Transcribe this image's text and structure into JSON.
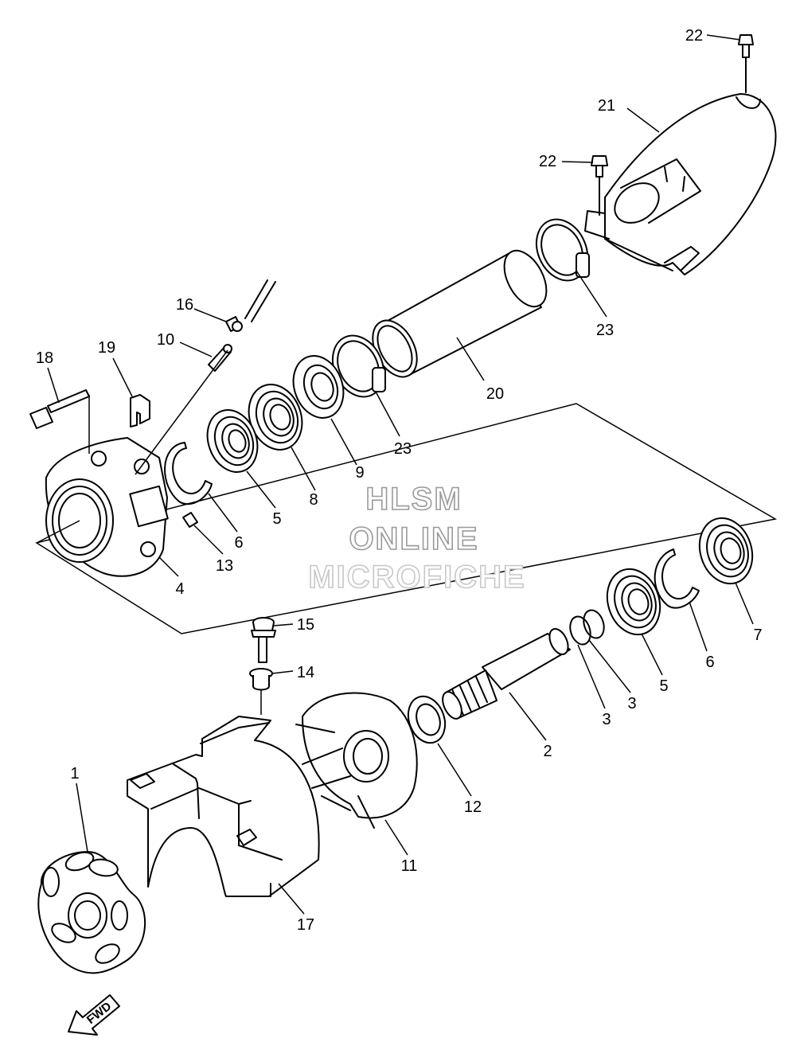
{
  "labels": {
    "l1": "1",
    "l2": "2",
    "l3a": "3",
    "l3b": "3",
    "l4": "4",
    "l5a": "5",
    "l5b": "5",
    "l6a": "6",
    "l6b": "6",
    "l7": "7",
    "l8": "8",
    "l9": "9",
    "l10": "10",
    "l11": "11",
    "l12": "12",
    "l13": "13",
    "l14": "14",
    "l15": "15",
    "l16": "16",
    "l17": "17",
    "l18": "18",
    "l19": "19",
    "l20": "20",
    "l21": "21",
    "l22a": "22",
    "l22b": "22",
    "l23a": "23",
    "l23b": "23"
  },
  "watermark": {
    "line1": "HLSM",
    "line2": "ONLINE",
    "line3": "MICROFICHE"
  },
  "fwd_arrow": "FWD"
}
